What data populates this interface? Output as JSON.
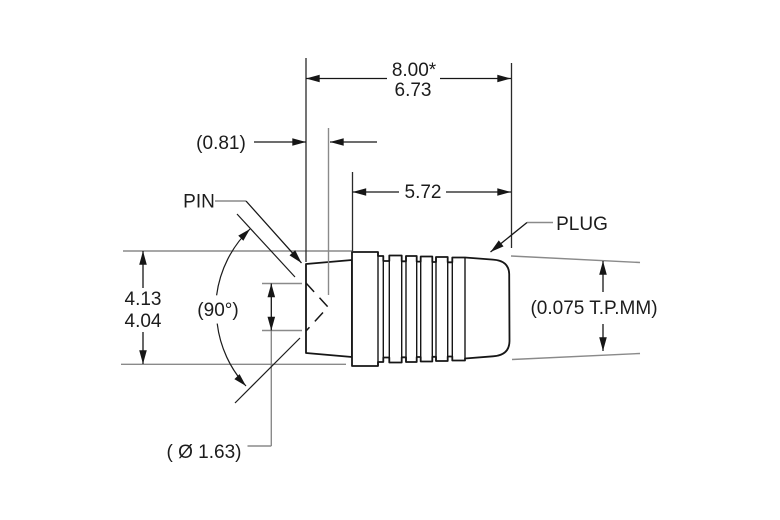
{
  "drawing": {
    "background_color": "#ffffff",
    "line_color": "#1c1c1c",
    "extension_line_color": "#8a8a8a",
    "labels": {
      "pin": "PIN",
      "plug": "PLUG"
    },
    "dimensions": {
      "overall_length_ref": "8.00*",
      "overall_length": "6.73",
      "pin_tip_offset": "(0.81)",
      "plug_length": "5.72",
      "diameter_max": "4.13",
      "diameter_min": "4.04",
      "pin_angle": "(90°)",
      "taper_per_mm": "(0.075 T.P.MM)",
      "pin_diameter": "( Ø 1.63)"
    }
  }
}
